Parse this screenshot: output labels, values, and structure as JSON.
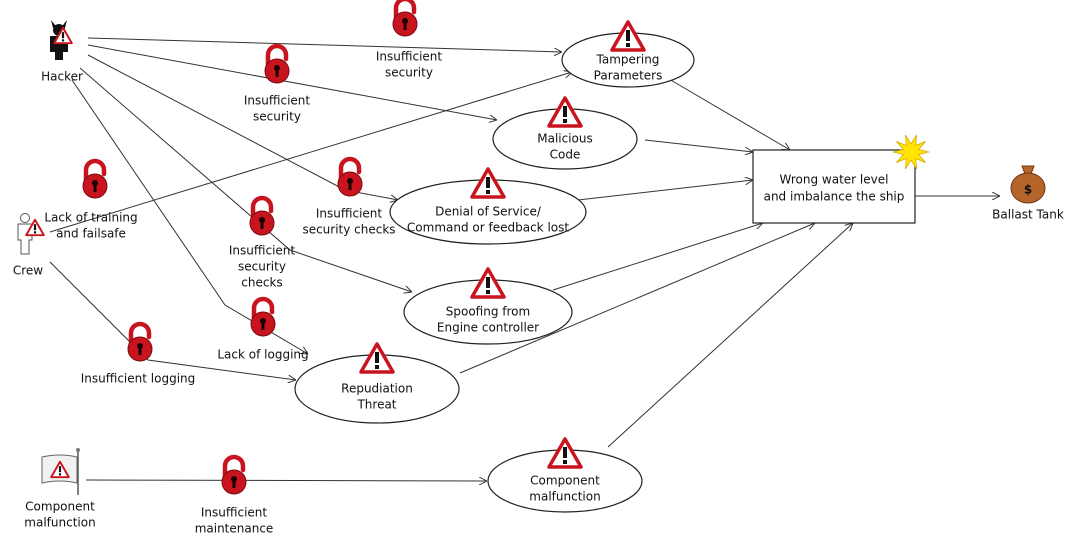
{
  "colors": {
    "lock_red": "#c8141e",
    "lock_dark": "#7a0a10",
    "warning_red": "#c8141e",
    "starburst": "#ffe400",
    "money_bag": "#b5652a"
  },
  "icons": {
    "lock": "open-padlock-icon",
    "warning": "warning-triangle-icon",
    "hacker": "hacker-icon",
    "crew": "crew-person-icon",
    "flag": "flag-icon",
    "bag": "money-bag-icon",
    "burst": "starburst-icon"
  },
  "actors": [
    {
      "id": "hacker",
      "label": [
        "Hacker"
      ]
    },
    {
      "id": "crew",
      "label": [
        "Crew"
      ]
    },
    {
      "id": "component",
      "label": [
        "Component",
        "malfunction"
      ]
    }
  ],
  "threats": [
    {
      "id": "tampering",
      "label": [
        "Tampering",
        "Parameters"
      ]
    },
    {
      "id": "malicious",
      "label": [
        "Malicious",
        "Code"
      ]
    },
    {
      "id": "dos",
      "label": [
        "Denial of Service/",
        "Command or feedback lost"
      ]
    },
    {
      "id": "spoofing",
      "label": [
        "Spoofing from",
        "Engine controller"
      ]
    },
    {
      "id": "repudiation",
      "label": [
        "Repudiation",
        "Threat"
      ]
    },
    {
      "id": "malfunction",
      "label": [
        "Component",
        "malfunction"
      ]
    }
  ],
  "outcome": {
    "id": "wrongwater",
    "label": [
      "Wrong water level",
      "and imbalance the ship"
    ]
  },
  "asset": {
    "id": "ballast",
    "label": [
      "Ballast Tank"
    ]
  },
  "vulnerabilities": [
    {
      "id": "v1",
      "label": [
        "Insufficient",
        "security"
      ]
    },
    {
      "id": "v2",
      "label": [
        "Insufficient",
        "security"
      ]
    },
    {
      "id": "v3",
      "label": [
        "Lack of training",
        "and failsafe"
      ]
    },
    {
      "id": "v4",
      "label": [
        "Insufficient",
        "security checks"
      ]
    },
    {
      "id": "v5",
      "label": [
        "Insufficient",
        "security",
        "checks"
      ]
    },
    {
      "id": "v6",
      "label": [
        "Insufficient logging"
      ]
    },
    {
      "id": "v7",
      "label": [
        "Lack of logging"
      ]
    },
    {
      "id": "v8",
      "label": [
        "Insufficient",
        "maintenance"
      ]
    }
  ]
}
